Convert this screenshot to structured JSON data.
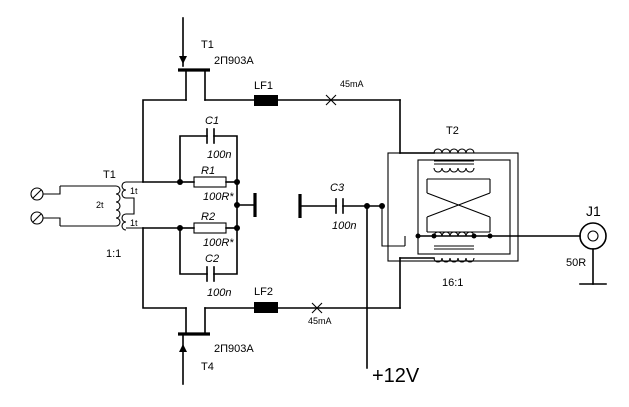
{
  "labels": {
    "t1_top": "T1",
    "t1_top_part": "2П903А",
    "lf1": "LF1",
    "current_top": "45mA",
    "c1": "C1",
    "c1_value": "100n",
    "r1": "R1",
    "r1_value": "100R*",
    "r2": "R2",
    "r2_value": "100R*",
    "c2": "C2",
    "c2_value": "100n",
    "lf2": "LF2",
    "current_bottom": "45mA",
    "t4_part": "2П903А",
    "t4": "T4",
    "input_transformer": "T1",
    "input_ratio": "1:1",
    "winding_primary": "2t",
    "winding_upper": "1t",
    "winding_lower": "1t",
    "c3": "C3",
    "c3_value": "100n",
    "supply": "+12V",
    "t2": "T2",
    "t2_ratio": "16:1",
    "j1": "J1",
    "j1_impedance": "50R"
  }
}
